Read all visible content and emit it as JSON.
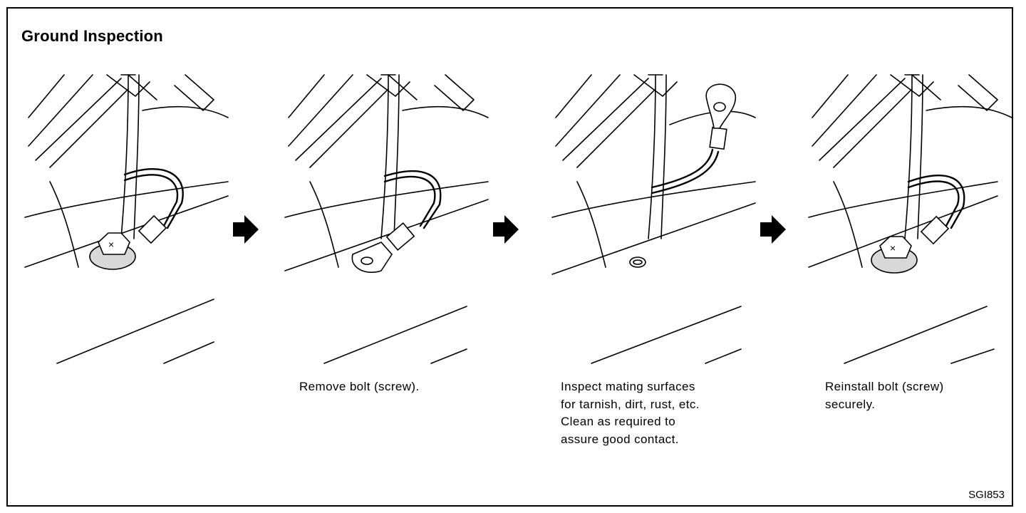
{
  "title": "Ground Inspection",
  "steps": [
    {
      "caption_lines": []
    },
    {
      "caption_lines": [
        "Remove bolt (screw)."
      ]
    },
    {
      "caption_lines": [
        "Inspect mating surfaces",
        "for tarnish, dirt, rust, etc.",
        "Clean as required to",
        "assure good contact."
      ]
    },
    {
      "caption_lines": [
        "Reinstall bolt (screw)",
        "securely."
      ]
    }
  ],
  "figure_code": "SGI853",
  "icons": [
    "right-arrow-icon"
  ],
  "colors": {
    "line": "#000000",
    "background": "#ffffff"
  }
}
